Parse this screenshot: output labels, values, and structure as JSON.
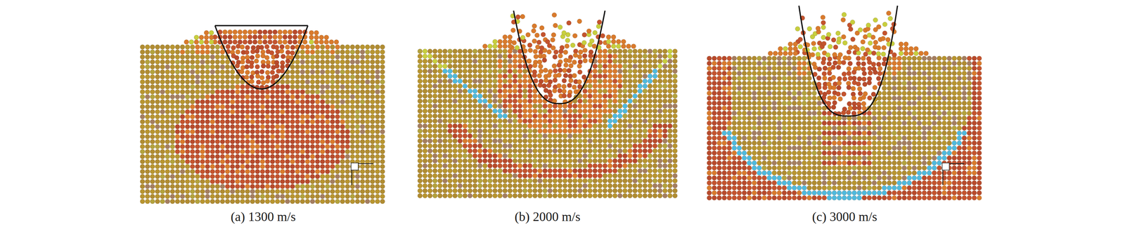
{
  "diagram": {
    "labels": [
      "(a) 1300 m/s",
      "(b) 2000 m/s",
      "(c) 3000 m/s"
    ]
  }
}
